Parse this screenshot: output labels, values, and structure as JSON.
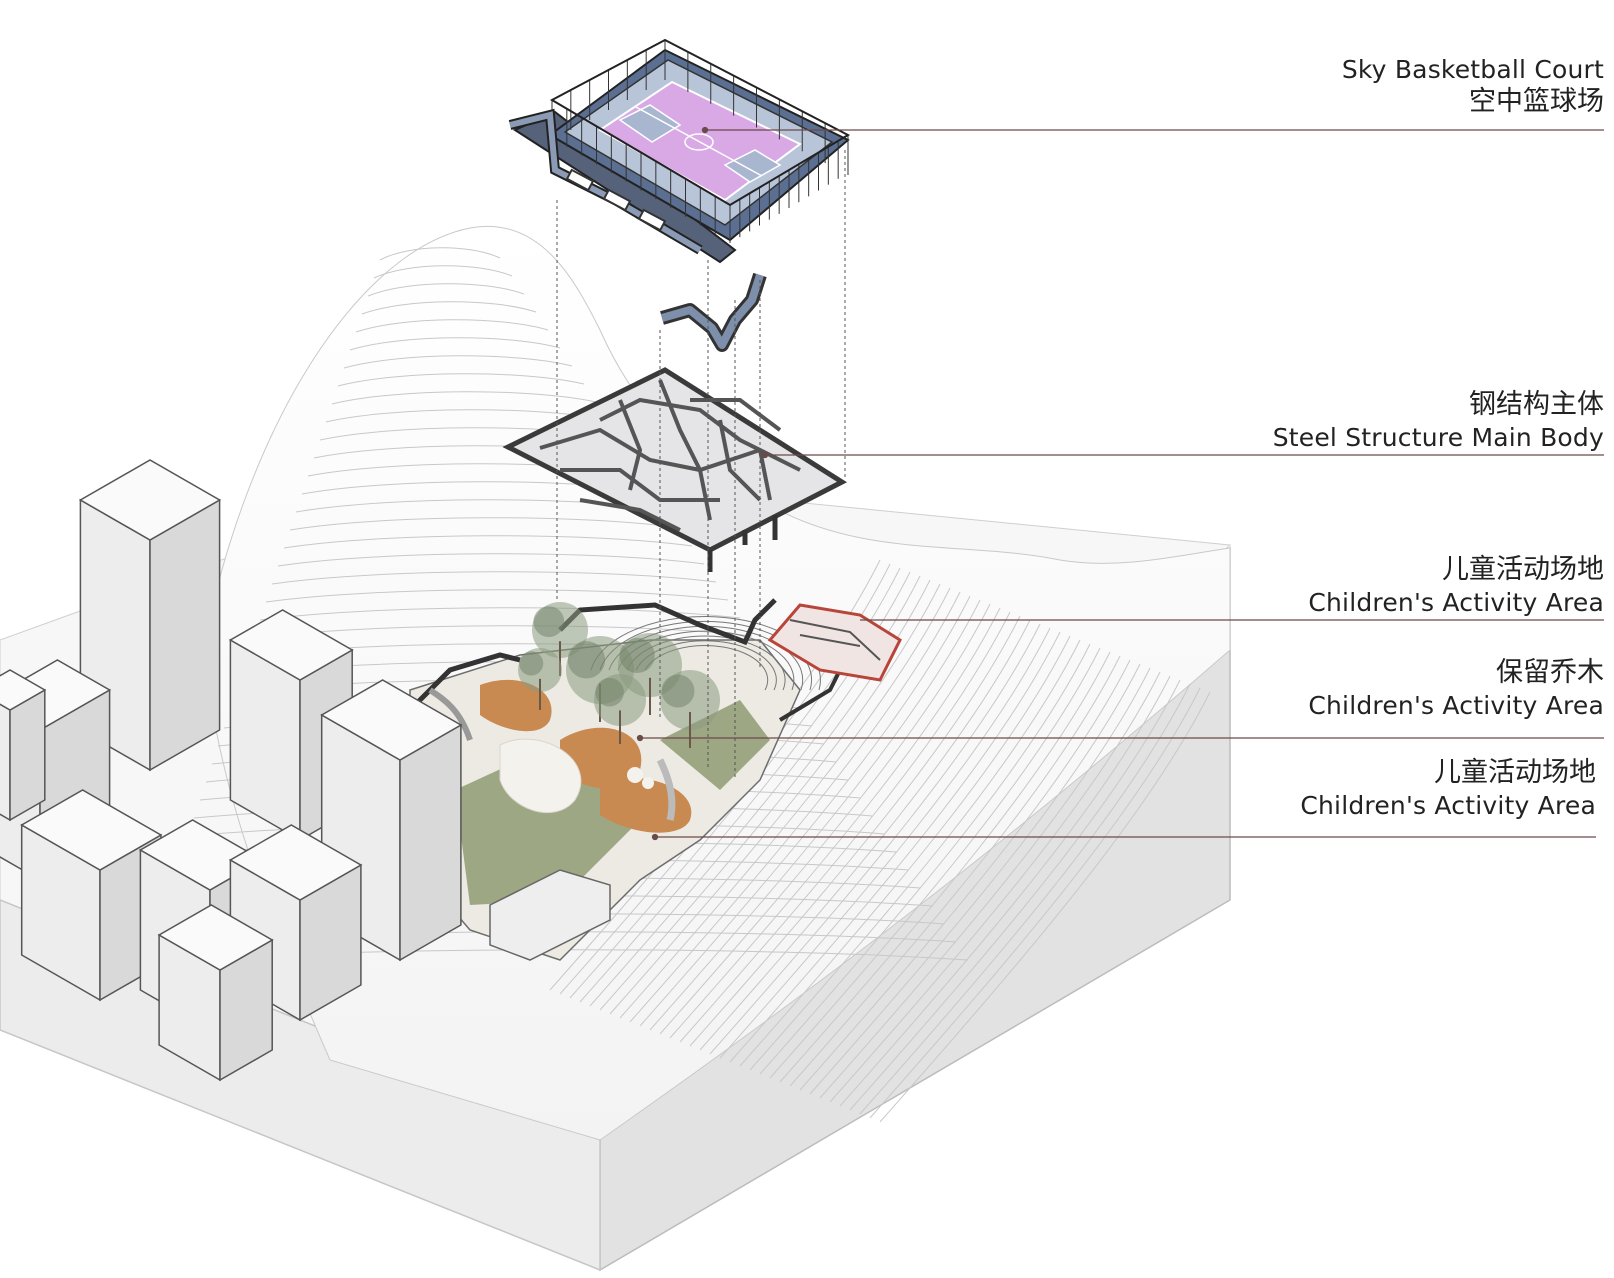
{
  "labels": [
    {
      "line1": "Sky Basketball Court",
      "line2": "空中篮球场"
    },
    {
      "line1": "钢结构主体",
      "line2": "Steel Structure Main Body"
    },
    {
      "line1": "儿童活动场地",
      "line2": "Children's Activity Area"
    },
    {
      "line1": "保留乔木",
      "line2": "Children's Activity Area"
    },
    {
      "line1": "儿童活动场地",
      "line2": "Children's Activity Area"
    }
  ],
  "colors": {
    "court": "#d9a9e6",
    "court_frame": "#5b6f93",
    "steel": "#7c7c80",
    "lawn": "#8f9b73",
    "play_surface": "#c98a52",
    "path": "#f1efe8",
    "accent_red": "#b8453a",
    "leader_line": "#6b4a4a"
  }
}
